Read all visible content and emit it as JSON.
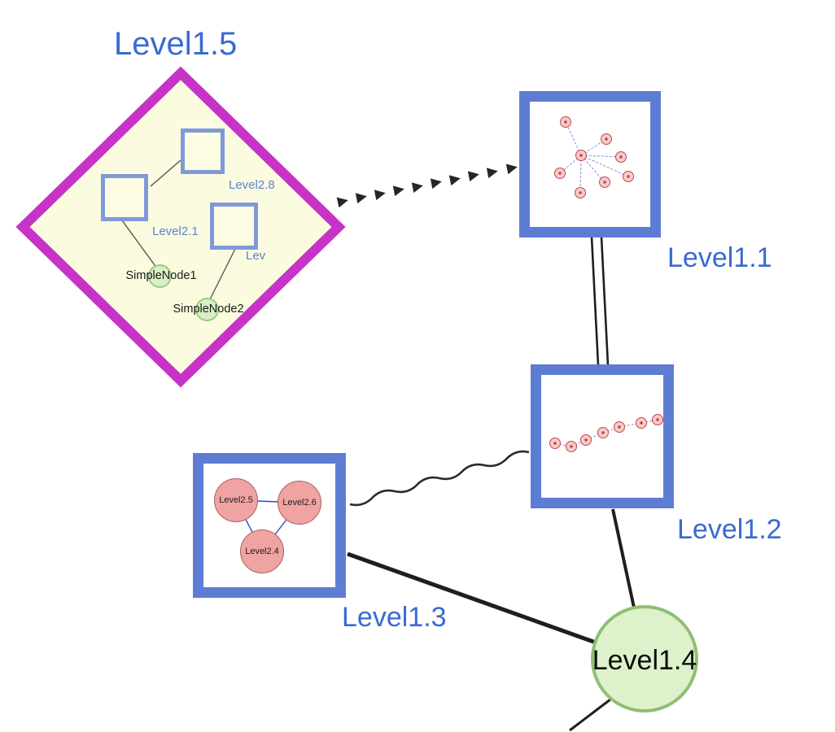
{
  "diagram": {
    "colors": {
      "node_label_blue": "#3a6ad0",
      "group_border_blue": "#5d7dd5",
      "diamond_border_magenta": "#c733c7",
      "diamond_fill_yellow": "#fbfbdf",
      "inner_square_border_blue": "#7e9ad8",
      "green_node_fill": "#ddf2cb",
      "green_node_border": "#8fbf72",
      "pink_node_fill": "#f0a3a3",
      "edge_black": "#1f1f1f",
      "mini_edge_blue": "#8890d8"
    },
    "nodes": {
      "level1_1": {
        "label": "Level1.1",
        "type": "group-box",
        "mini_graph": "star"
      },
      "level1_2": {
        "label": "Level1.2",
        "type": "group-box",
        "mini_graph": "chain"
      },
      "level1_3": {
        "label": "Level1.3",
        "type": "group-box",
        "children": [
          {
            "label": "Level2.5"
          },
          {
            "label": "Level2.6"
          },
          {
            "label": "Level2.4"
          }
        ]
      },
      "level1_4": {
        "label": "Level1.4",
        "type": "green-circle"
      },
      "level1_5": {
        "label": "Level1.5",
        "type": "diamond-group",
        "squares": [
          {
            "label": "Level2.8"
          },
          {
            "label": "Level2.1"
          },
          {
            "label": "Lev"
          }
        ],
        "simple_nodes": [
          {
            "label": "SimpleNode1"
          },
          {
            "label": "SimpleNode2"
          }
        ]
      }
    },
    "edges": [
      {
        "from": "Level1.5",
        "to": "Level1.1",
        "style": "thick-dashed-arrow"
      },
      {
        "from": "Level1.1",
        "to": "Level1.2",
        "style": "double-line"
      },
      {
        "from": "Level1.3",
        "to": "Level1.2",
        "style": "wavy-line"
      },
      {
        "from": "Level1.3",
        "to": "Level1.4",
        "style": "solid-line"
      },
      {
        "from": "Level1.2",
        "to": "Level1.4",
        "style": "solid-line"
      },
      {
        "from": "Level1.4",
        "to": "bottom-edge",
        "style": "solid-line"
      }
    ]
  }
}
